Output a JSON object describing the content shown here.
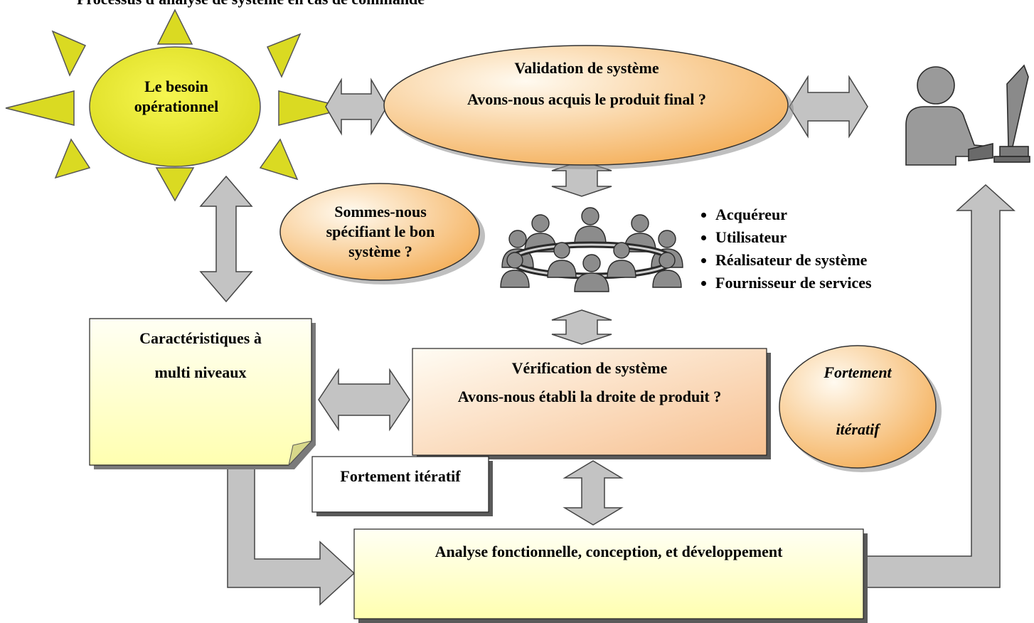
{
  "header_fragment": "Processus d'analyse de système en cas de commande",
  "nodes": {
    "operational_need": "Le besoin opérationnel",
    "validation_title": "Validation de système",
    "validation_question": "Avons-nous acquis le produit final ?",
    "specifying_question": "Sommes-nous spécifiant le bon système ?",
    "characteristics_line1": "Caractéristiques à",
    "characteristics_line2": "multi niveaux",
    "verification_title": "Vérification de système",
    "verification_question": "Avons-nous établi la droite de produit ?",
    "strongly_iterative_box": "Fortement itératif",
    "strongly_iterative_oval_1": "Fortement",
    "strongly_iterative_oval_2": "itératif",
    "development": "Analyse fonctionnelle, conception, et développement"
  },
  "stakeholders": [
    "Acquéreur",
    "Utilisateur",
    "Réalisateur de système",
    "Fournisseur de services"
  ],
  "icons": [
    "sun-shape",
    "meeting-group-icon",
    "user-at-computer-icon"
  ],
  "colors": {
    "sun_fill": "#e6e62a",
    "orange_grad_light": "#fff5e6",
    "orange_grad_dark": "#f5b566",
    "yellow_note": "#ffffc2",
    "arrow_gray": "#c0c0c0",
    "icon_gray": "#8c8c8c"
  }
}
